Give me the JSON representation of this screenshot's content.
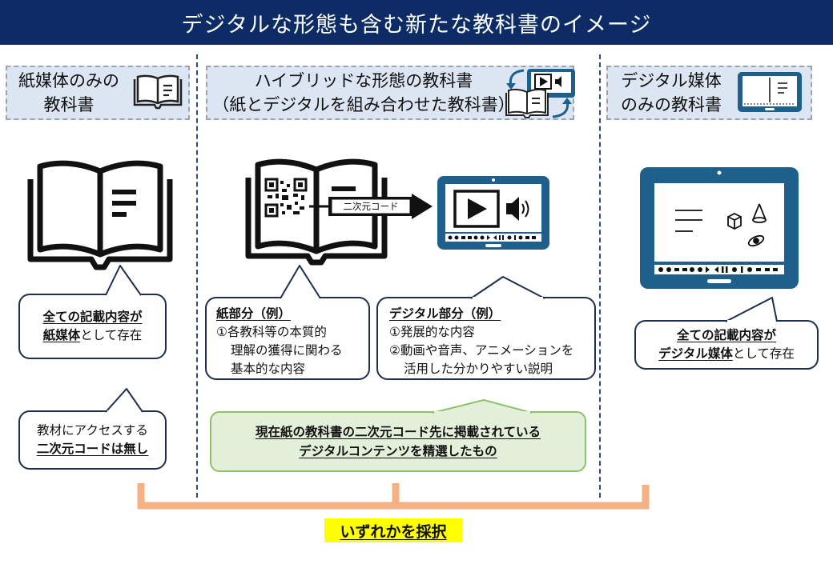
{
  "title": "デジタルな形態も含む新たな教科書のイメージ",
  "columns": {
    "paper": {
      "header_line1": "紙媒体のみの",
      "header_line2": "教科書",
      "bubble1_line1": "全ての記載内容が",
      "bubble1_line2_bold": "紙媒体",
      "bubble1_line2_rest": "として存在",
      "bubble2_line1": "教材にアクセスする",
      "bubble2_line2": "二次元コードは無し"
    },
    "hybrid": {
      "header_line1": "ハイブリッドな形態の教科書",
      "header_line2": "（紙とデジタルを組み合わせた教科書）",
      "qr_arrow_label": "二次元コード",
      "paper_part_title": "紙部分（例）",
      "paper_part_item1_line1": "①各教科等の本質的",
      "paper_part_item1_line2": "理解の獲得に関わる",
      "paper_part_item1_line3": "基本的な内容",
      "digital_part_title": "デジタル部分（例）",
      "digital_part_item1": "①発展的な内容",
      "digital_part_item2_line1": "②動画や音声、アニメーションを",
      "digital_part_item2_line2": "活用した分かりやすい説明",
      "note_line1": "現在紙の教科書の二次元コード先に掲載されている",
      "note_line2": "デジタルコンテンツを精選したもの"
    },
    "digital": {
      "header_line1": "デジタル媒体",
      "header_line2": "のみの教科書",
      "bubble_line1": "全ての記載内容が",
      "bubble_line2_bold": "デジタル媒体",
      "bubble_line2_rest": "として存在"
    }
  },
  "bottom_label": "いずれかを採択",
  "colors": {
    "title_bg": "#0d2c66",
    "header_bg": "#dce6f2",
    "tablet": "#1f5f8b",
    "bracket": "#f4b183",
    "note_bg": "#e2f0d9",
    "note_border": "#8fc06a",
    "highlight": "#ffff00"
  },
  "icons": [
    "open-book-icon",
    "tablet-icon",
    "qr-code-icon",
    "play-icon",
    "speaker-icon",
    "cycle-arrows-icon",
    "cube-icon",
    "cone-icon",
    "atom-icon"
  ]
}
